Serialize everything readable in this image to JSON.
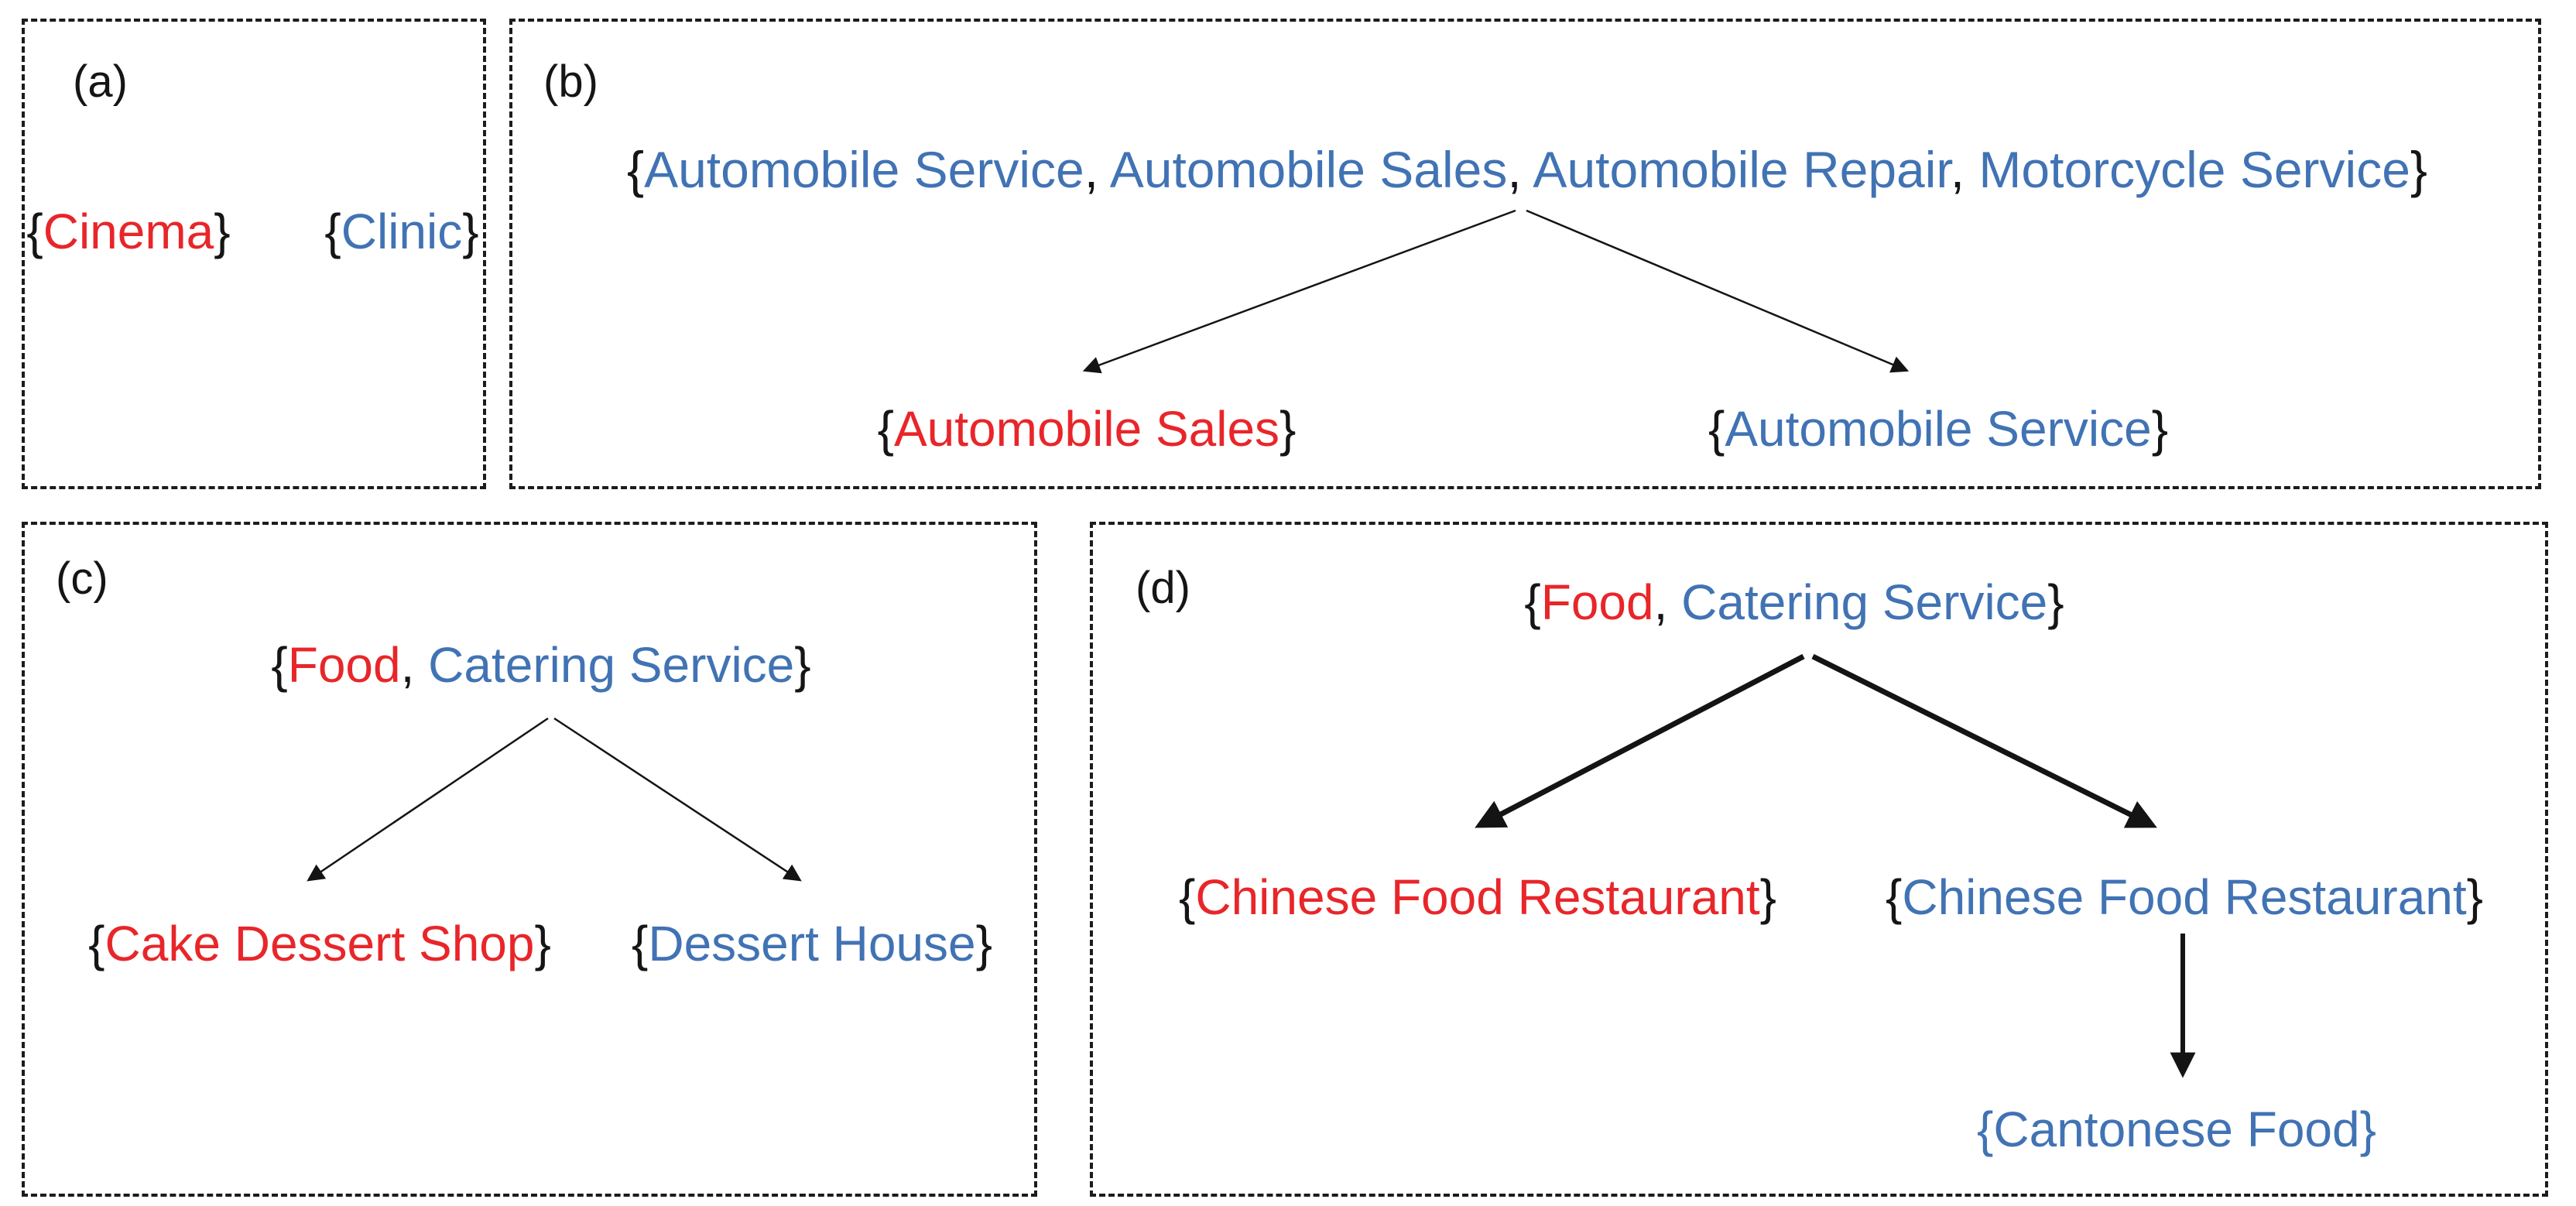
{
  "figure": {
    "type": "set-hierarchy-diagram",
    "panel_count": 4
  },
  "colors": {
    "red": "#e8262a",
    "blue": "#4173b4",
    "black": "#151515",
    "arrow": "#141414"
  },
  "panels": {
    "a": {
      "label": "(a)",
      "cinema": {
        "parts": [
          {
            "t": "{",
            "c": "black"
          },
          {
            "t": "Cinema",
            "c": "red"
          },
          {
            "t": "}",
            "c": "black"
          }
        ]
      },
      "clinic": {
        "parts": [
          {
            "t": "{",
            "c": "black"
          },
          {
            "t": "Clinic",
            "c": "blue"
          },
          {
            "t": "}",
            "c": "black"
          }
        ]
      }
    },
    "b": {
      "label": "(b)",
      "root": {
        "parts": [
          {
            "t": "{",
            "c": "black"
          },
          {
            "t": "Automobile Service",
            "c": "blue"
          },
          {
            "t": ", ",
            "c": "black"
          },
          {
            "t": "Automobile Sales",
            "c": "blue"
          },
          {
            "t": ", ",
            "c": "black"
          },
          {
            "t": "Automobile Repair",
            "c": "blue"
          },
          {
            "t": ", ",
            "c": "black"
          },
          {
            "t": "Motorcycle Service",
            "c": "blue"
          },
          {
            "t": "}",
            "c": "black"
          }
        ]
      },
      "child_left": {
        "parts": [
          {
            "t": "{",
            "c": "black"
          },
          {
            "t": "Automobile Sales",
            "c": "red"
          },
          {
            "t": "}",
            "c": "black"
          }
        ]
      },
      "child_right": {
        "parts": [
          {
            "t": "{",
            "c": "black"
          },
          {
            "t": "Automobile Service",
            "c": "blue"
          },
          {
            "t": "}",
            "c": "black"
          }
        ]
      }
    },
    "c": {
      "label": "(c)",
      "root": {
        "parts": [
          {
            "t": "{",
            "c": "black"
          },
          {
            "t": "Food",
            "c": "red"
          },
          {
            "t": ", ",
            "c": "black"
          },
          {
            "t": "Catering Service",
            "c": "blue"
          },
          {
            "t": "}",
            "c": "black"
          }
        ]
      },
      "child_left": {
        "parts": [
          {
            "t": "{",
            "c": "black"
          },
          {
            "t": "Cake Dessert Shop",
            "c": "red"
          },
          {
            "t": "}",
            "c": "black"
          }
        ]
      },
      "child_right": {
        "parts": [
          {
            "t": "{",
            "c": "black"
          },
          {
            "t": "Dessert House",
            "c": "blue"
          },
          {
            "t": "}",
            "c": "black"
          }
        ]
      }
    },
    "d": {
      "label": "(d)",
      "root": {
        "parts": [
          {
            "t": "{",
            "c": "black"
          },
          {
            "t": "Food",
            "c": "red"
          },
          {
            "t": ", ",
            "c": "black"
          },
          {
            "t": "Catering Service",
            "c": "blue"
          },
          {
            "t": "}",
            "c": "black"
          }
        ]
      },
      "child_left": {
        "parts": [
          {
            "t": "{",
            "c": "black"
          },
          {
            "t": "Chinese Food Restaurant",
            "c": "red"
          },
          {
            "t": "}",
            "c": "black"
          }
        ]
      },
      "child_right": {
        "parts": [
          {
            "t": "{",
            "c": "black"
          },
          {
            "t": "Chinese Food Restaurant",
            "c": "blue"
          },
          {
            "t": "}",
            "c": "black"
          }
        ]
      },
      "grandchild": {
        "parts": [
          {
            "t": "{Cantonese Food}",
            "c": "blue"
          }
        ]
      }
    }
  }
}
